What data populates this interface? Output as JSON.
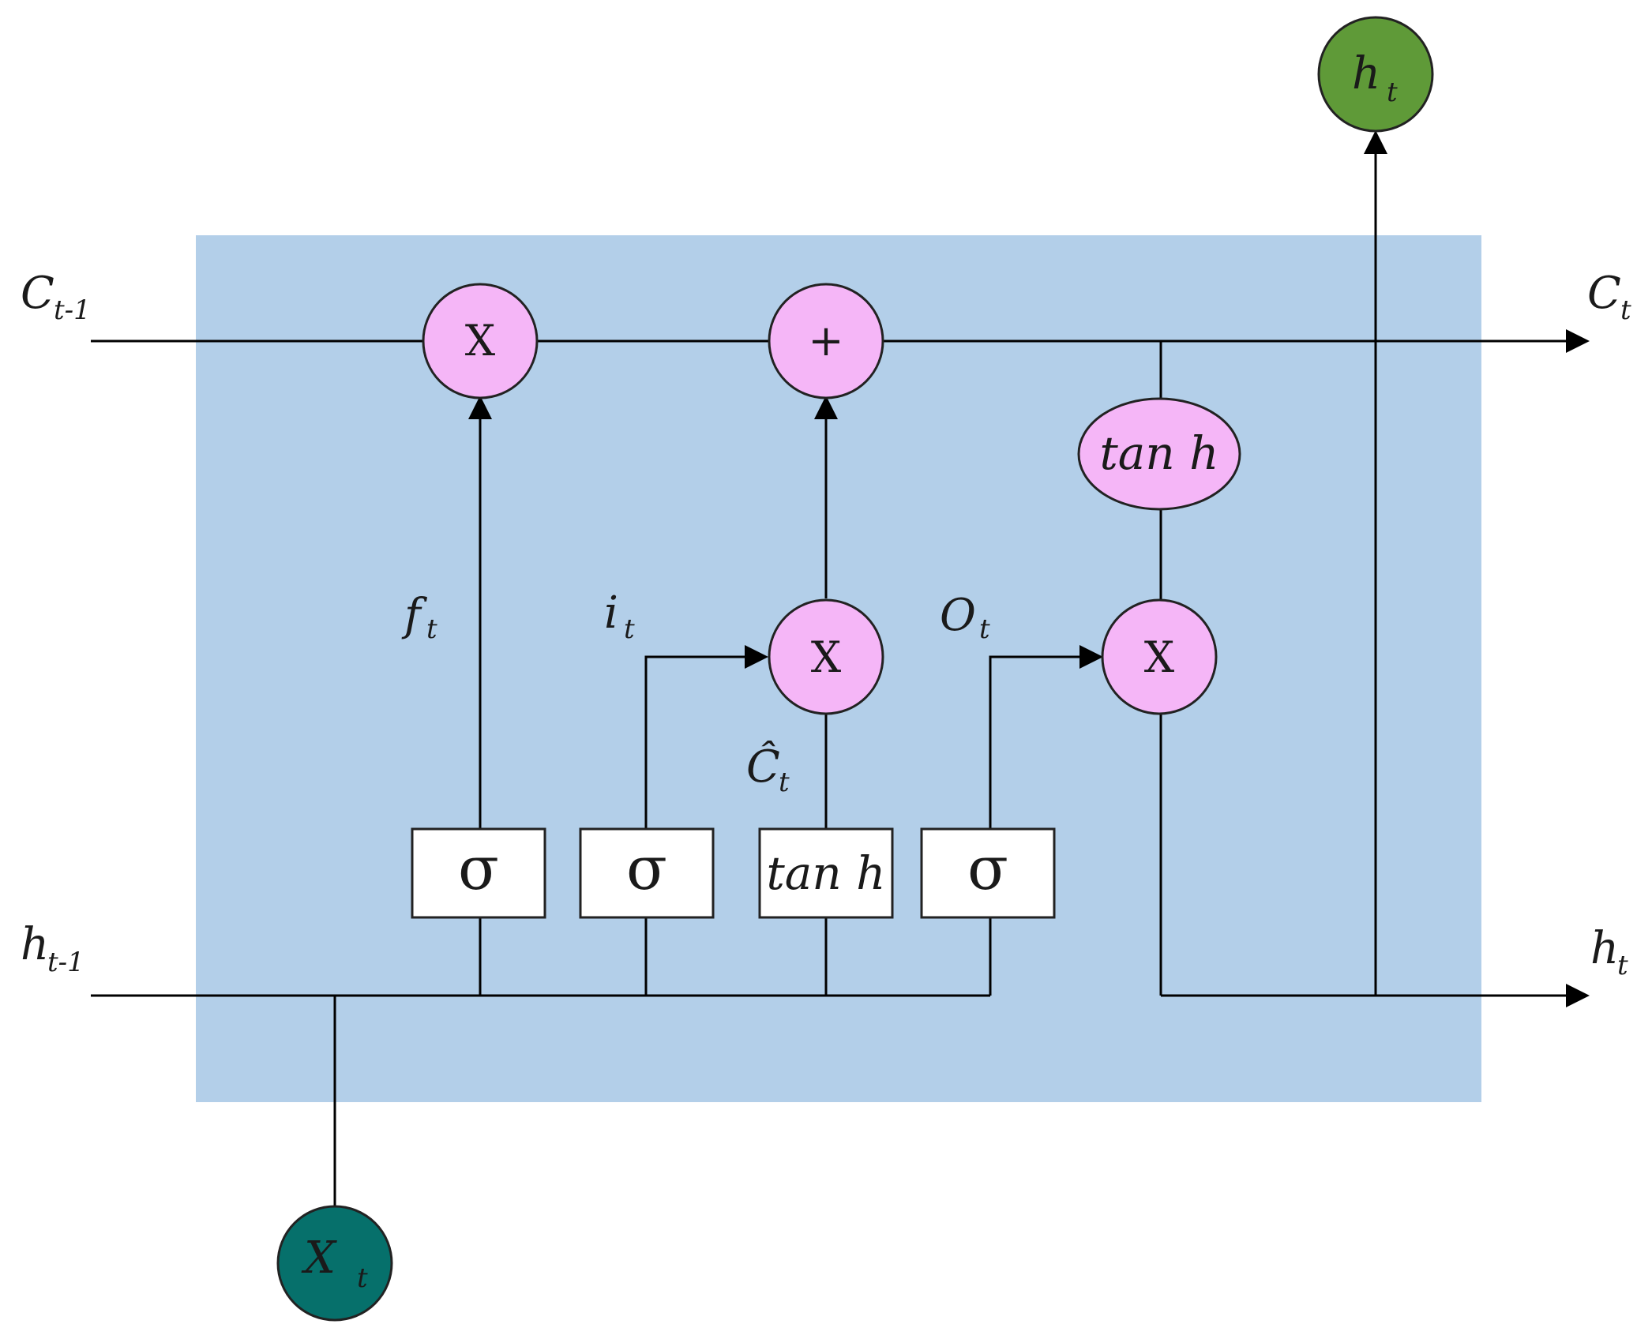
{
  "colors": {
    "cell_background": "#b3cfe9",
    "operation_node": "#f5b6f7",
    "input_node": "#06706b",
    "output_node": "#5f9a38"
  },
  "labels": {
    "cell_prev": {
      "base": "C",
      "sub": "t-1"
    },
    "cell_next": {
      "base": "C",
      "sub": "t"
    },
    "hidden_prev": {
      "base": "h",
      "sub": "t-1"
    },
    "hidden_next": {
      "base": "h",
      "sub": "t"
    },
    "hidden_out": {
      "base": "h",
      "sub": "t"
    },
    "input": {
      "base": "X",
      "sub": "t"
    },
    "forget_gate": {
      "base": "f",
      "sub": "t"
    },
    "input_gate": {
      "base": "i",
      "sub": "t"
    },
    "output_gate": {
      "base": "O",
      "sub": "t"
    },
    "candidate": {
      "base": "Ĉ",
      "sub": "t"
    }
  },
  "operations": {
    "forget_multiply": "X",
    "cell_add": "+",
    "input_multiply": "X",
    "output_multiply": "X",
    "cell_tanh": "tan h"
  },
  "gates": {
    "forget_sigma": "σ",
    "input_sigma": "σ",
    "candidate_tanh": "tan h",
    "output_sigma": "σ"
  }
}
